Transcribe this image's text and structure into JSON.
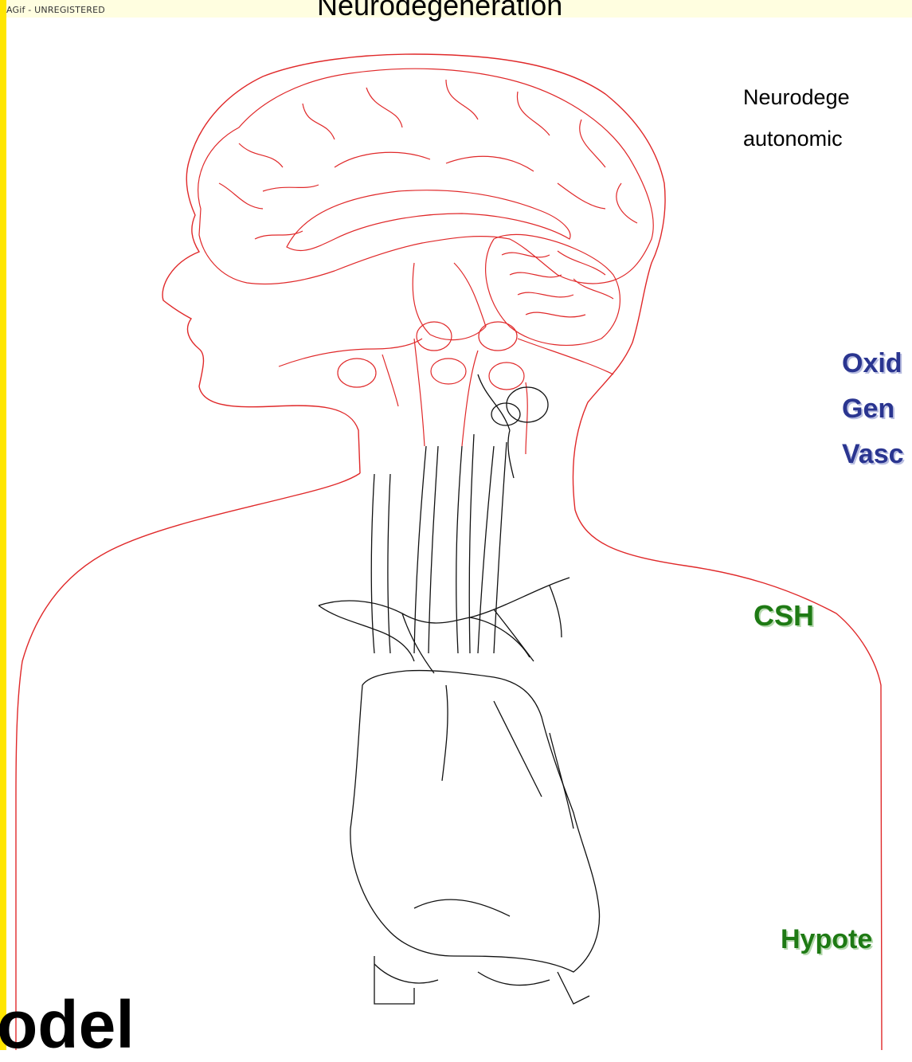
{
  "watermark": "AGif - UNREGISTERED",
  "title": "Neurodegeneration",
  "description": [
    "Neurodege",
    "autonomic"
  ],
  "factors": [
    "Oxid",
    "Gen",
    "Vasc"
  ],
  "csh_label": "CSH",
  "hypotension_label": "Hypote",
  "model_label": "odel",
  "colors": {
    "body_outline": "#e0292a",
    "autonomic_nerves": "#000000",
    "factor_text": "#2a3590",
    "status_text": "#1e7a14",
    "side_bar": "#ffe600"
  }
}
